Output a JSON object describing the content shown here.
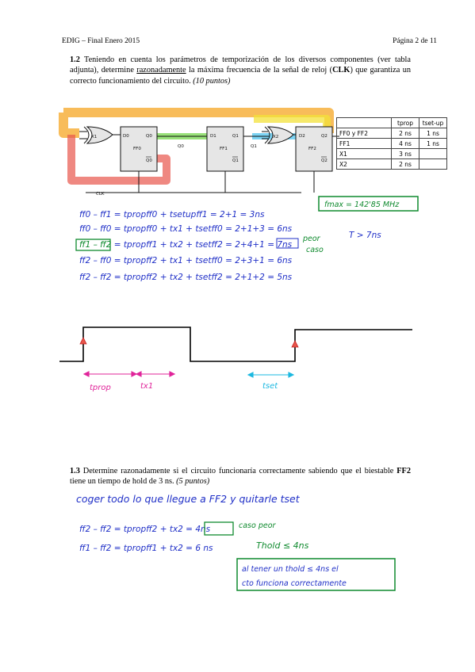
{
  "header": {
    "left": "EDIG – Final Enero  2015",
    "right": "Página 2 de 11"
  },
  "q12": {
    "num": "1.2",
    "t1": " Teniendo en cuenta los parámetros de temporización de los diversos componentes (ver tabla adjunta), determine ",
    "u": "razonadamente",
    "t2": " la máxima frecuencia de la señal de reloj (",
    "clk": "CLK",
    "t3": ") que garantiza un correcto funcionamiento del circuito. ",
    "pts": "(10 puntos)"
  },
  "circuit": {
    "x1": "X1",
    "d0": "D0",
    "q0": "Q0",
    "ff0": "FF0",
    "q0bar": "Q0",
    "q0net": "Q0",
    "d1": "D1",
    "q1": "Q1",
    "ff1": "FF1",
    "q1bar": "Q1",
    "q1net": "Q1",
    "x2": "X2",
    "d2": "D2",
    "q2": "Q2",
    "ff2": "FF2",
    "q2bar": "Q2",
    "clk": "CLK"
  },
  "timing_table": {
    "headers": [
      "",
      "tprop",
      "tset-up"
    ],
    "rows": [
      [
        "FF0 y FF2",
        "2 ns",
        "1 ns"
      ],
      [
        "FF1",
        "4 ns",
        "1 ns"
      ],
      [
        "X1",
        "3 ns",
        ""
      ],
      [
        "X2",
        "2 ns",
        ""
      ]
    ]
  },
  "handwriting_q12": {
    "fmax": "fmax = 142'85 MHz",
    "l1": "ff0 – ff1 = tpropff0 + tsetupff1 = 2+1 = 3ns",
    "l2": "ff0 – ff0 = tpropff0 + tx1 + tsetff0 = 2+1+3 = 6ns",
    "l3a": "ff1 – ff2",
    "l3b": " = tpropff1 + tx2 + tsetff2 = 2+4+1 = ",
    "l3c": "7ns",
    "peor": "peor",
    "caso": "caso",
    "t": "T > 7ns",
    "l4": "ff2 – ff0 = tpropff2 + tx1 + tsetff0 = 2+3+1 = 6ns",
    "l5": "ff2 – ff2 = tpropff2 + tx2 + tsetff2 = 2+1+2 = 5ns"
  },
  "waveform_labels": {
    "tprop": "tprop",
    "tx1": "tx1",
    "tset": "tset"
  },
  "q13": {
    "num": "1.3",
    "t1": " Determine razonadamente si el circuito funcionaría correctamente sabiendo que el biestable ",
    "ff2": "FF2",
    "t2": " tiene un tiempo de hold de 3 ns. ",
    "pts": "(5 puntos)"
  },
  "handwriting_q13": {
    "coger": "coger todo lo que llegue a FF2 y quitarle tset",
    "l1a": "ff2 – ff2 = tpropff2 + tx2 = ",
    "l1b": "4ns",
    "caso_peor": "caso peor",
    "l2": "ff1 – ff2 = tpropff1 + tx2 = 6 ns",
    "thold": "Thold ≤ 4ns",
    "concl1": "al tener un thold ≤ 4ns el",
    "concl2": "cto funciona correctamente"
  },
  "colors": {
    "orange": "#f5a623",
    "yellow": "#f3e13a",
    "red": "#e8564b",
    "green": "#7ed957",
    "cyan": "#5bc8f0",
    "blue_ink": "#1f2fc7",
    "green_ink": "#0f8a2e",
    "magenta": "#e0249a",
    "cyan_ink": "#1bb8e0"
  }
}
